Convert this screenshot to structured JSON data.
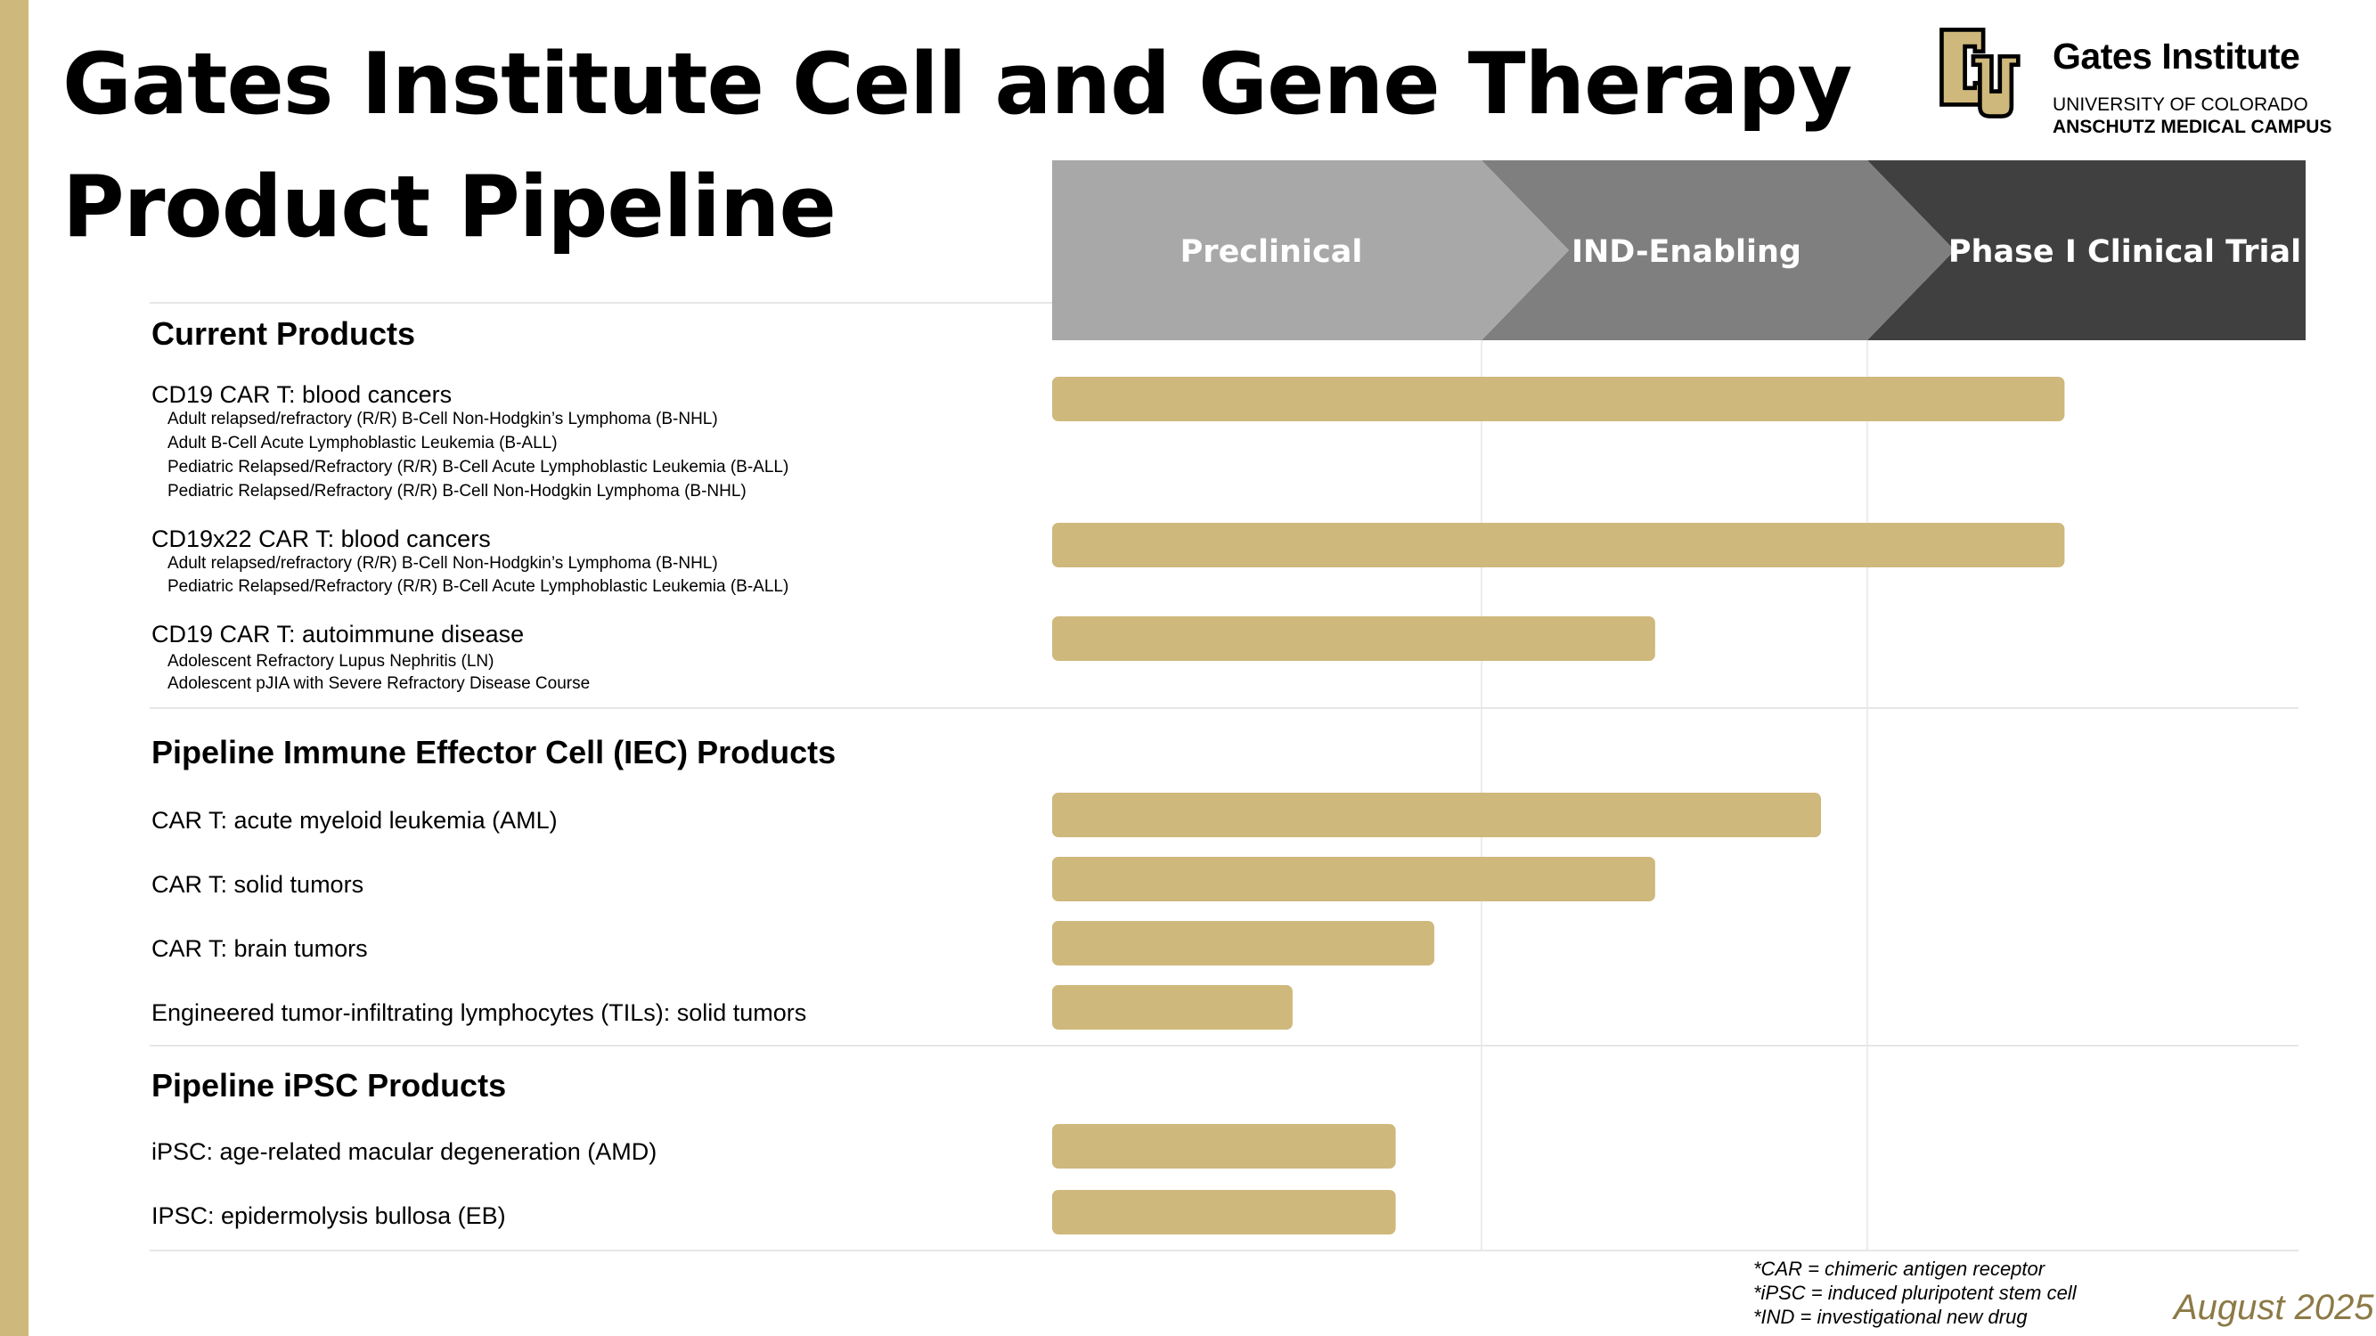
{
  "header": {
    "title_line1": "Gates Institute Cell and Gene Therapy",
    "title_line2": "Product Pipeline"
  },
  "logo": {
    "icon": "cu-logo-icon",
    "name": "Gates Institute",
    "line1": "UNIVERSITY OF COLORADO",
    "line2": "ANSCHUTZ MEDICAL CAMPUS"
  },
  "colors": {
    "bar": "#cfb87c",
    "phase1": "#a8a8a8",
    "phase2": "#7f7f7f",
    "phase3": "#404040",
    "accent": "#cfb87c",
    "date": "#8c7a46"
  },
  "chart_data": {
    "type": "bar",
    "orientation": "horizontal",
    "stages": [
      "Preclinical",
      "IND-Enabling",
      "Phase I Clinical Trial"
    ],
    "xlim": [
      0,
      3
    ],
    "grid": true,
    "sections": [
      {
        "name": "Current Products",
        "items": [
          {
            "product": "CD19 CAR T: blood cancers",
            "indications": [
              "Adult relapsed/refractory (R/R) B-Cell Non-Hodgkin’s Lymphoma (B-NHL)",
              "Adult B-Cell Acute Lymphoblastic Leukemia (B-ALL)",
              "Pediatric Relapsed/Refractory (R/R) B-Cell Acute Lymphoblastic Leukemia (B-ALL)",
              "Pediatric Relapsed/Refractory (R/R) B-Cell Non-Hodgkin Lymphoma (B-NHL)"
            ],
            "value": 2.45
          },
          {
            "product": "CD19x22 CAR T: blood cancers",
            "indications": [
              "Adult relapsed/refractory (R/R) B-Cell Non-Hodgkin’s Lymphoma (B-NHL)",
              "Pediatric Relapsed/Refractory (R/R) B-Cell Acute Lymphoblastic Leukemia (B-ALL)"
            ],
            "value": 2.45
          },
          {
            "product": "CD19 CAR T: autoimmune disease",
            "indications": [
              "Adolescent Refractory Lupus Nephritis (LN)",
              "Adolescent pJIA with Severe Refractory Disease Course"
            ],
            "value": 1.45
          }
        ]
      },
      {
        "name": "Pipeline Immune Effector Cell (IEC) Products",
        "items": [
          {
            "product": "CAR T: acute myeloid leukemia (AML)",
            "indications": [],
            "value": 1.88
          },
          {
            "product": "CAR T: solid tumors",
            "indications": [],
            "value": 1.45
          },
          {
            "product": "CAR T: brain tumors",
            "indications": [],
            "value": 0.89
          },
          {
            "product": "Engineered tumor-infiltrating lymphocytes (TILs): solid tumors",
            "indications": [],
            "value": 0.56
          }
        ]
      },
      {
        "name": "Pipeline iPSC Products",
        "items": [
          {
            "product": "iPSC: age-related macular degeneration (AMD)",
            "indications": [],
            "value": 0.8
          },
          {
            "product": "IPSC: epidermolysis bullosa (EB)",
            "indications": [],
            "value": 0.8
          }
        ]
      }
    ]
  },
  "footnotes": [
    "*CAR = chimeric antigen receptor",
    "*iPSC = induced pluripotent stem cell",
    "*IND = investigational new drug"
  ],
  "date": "August 2025"
}
